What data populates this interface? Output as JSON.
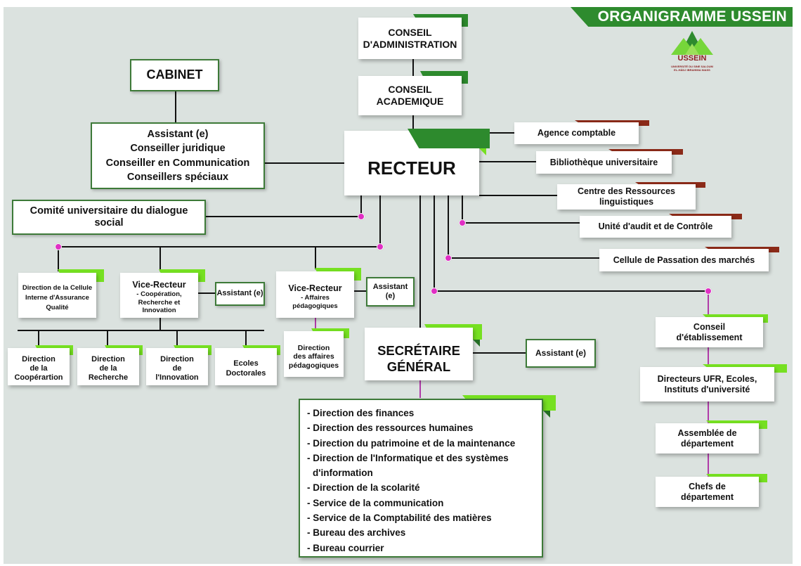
{
  "title": "ORGANIGRAMME USSEIN",
  "logo": {
    "name": "USSEIN",
    "subtitle_line1": "UNIVERSITÉ DU SINE SALOUM",
    "subtitle_line2": "EL-HÂDJ IBRAHIMA NIASS",
    "icon": "mountain-logo-icon"
  },
  "colors": {
    "background": "#dbe2df",
    "banner_green": "#2e8b2e",
    "tab_dark_green": "#2d8a2d",
    "tab_light_green": "#76e021",
    "tab_brown": "#8b2a18",
    "box_border": "#3d7a38",
    "connector_dot": "#e02fc4",
    "connector_magenta_line": "#b03aa8",
    "logo_red": "#8b1e1e"
  },
  "top": {
    "conseil_administration": [
      "CONSEIL",
      "D'ADMINISTRATION"
    ],
    "conseil_academique": [
      "CONSEIL",
      "ACADEMIQUE"
    ],
    "recteur": "RECTEUR"
  },
  "cabinet": {
    "title": "CABINET",
    "members": [
      "Assistant (e)",
      "Conseiller juridique",
      "Conseiller en Communication",
      "Conseillers spéciaux"
    ]
  },
  "comite": [
    "Comité universitaire du dialogue",
    "social"
  ],
  "rattaches": [
    {
      "label": [
        "Agence comptable"
      ]
    },
    {
      "label": [
        "Bibliothèque universitaire"
      ]
    },
    {
      "label": [
        "Centre des Ressources",
        "linguistiques"
      ]
    },
    {
      "label": [
        "Unité d'audit et de Contrôle"
      ]
    },
    {
      "label": [
        "Cellule de Passation des marchés"
      ]
    }
  ],
  "cellule_qualite": [
    "Direction de la Cellule",
    "Interne d'Assurance",
    "Qualité"
  ],
  "vr_cri": {
    "title": "Vice-Recteur",
    "subtitle": [
      "- Coopération,",
      "Recherche et",
      "Innovation"
    ],
    "assistant": "Assistant (e)",
    "directions": [
      [
        "Direction",
        "de la",
        "Coopérartion"
      ],
      [
        "Direction",
        "de la",
        "Recherche"
      ],
      [
        "Direction",
        "de",
        "l'Innovation"
      ],
      [
        "Ecoles",
        "Doctorales"
      ]
    ]
  },
  "vr_ap": {
    "title": "Vice-Recteur",
    "subtitle": [
      "- Affaires",
      "pédagogiques"
    ],
    "assistant": [
      "Assistant",
      "(e)"
    ],
    "direction": [
      "Direction",
      "des affaires",
      "pédagogiques"
    ]
  },
  "sg": {
    "title": [
      "SECRÉTAIRE",
      "GÉNÉRAL"
    ],
    "assistant": "Assistant (e)",
    "services": [
      "- Direction des finances",
      "- Direction des ressources humaines",
      "- Direction du patrimoine et de la maintenance",
      "- Direction de l'Informatique et des systèmes",
      "  d'information",
      "- Direction de la scolarité",
      "- Service de la communication",
      "- Service de la Comptabilité des matières",
      "- Bureau des archives",
      "- Bureau courrier"
    ]
  },
  "etablissement": [
    [
      "Conseil",
      "d'établissement"
    ],
    [
      "Directeurs UFR, Ecoles,",
      "Instituts d'université"
    ],
    [
      "Assemblée de",
      "département"
    ],
    [
      "Chefs de",
      "département"
    ]
  ]
}
